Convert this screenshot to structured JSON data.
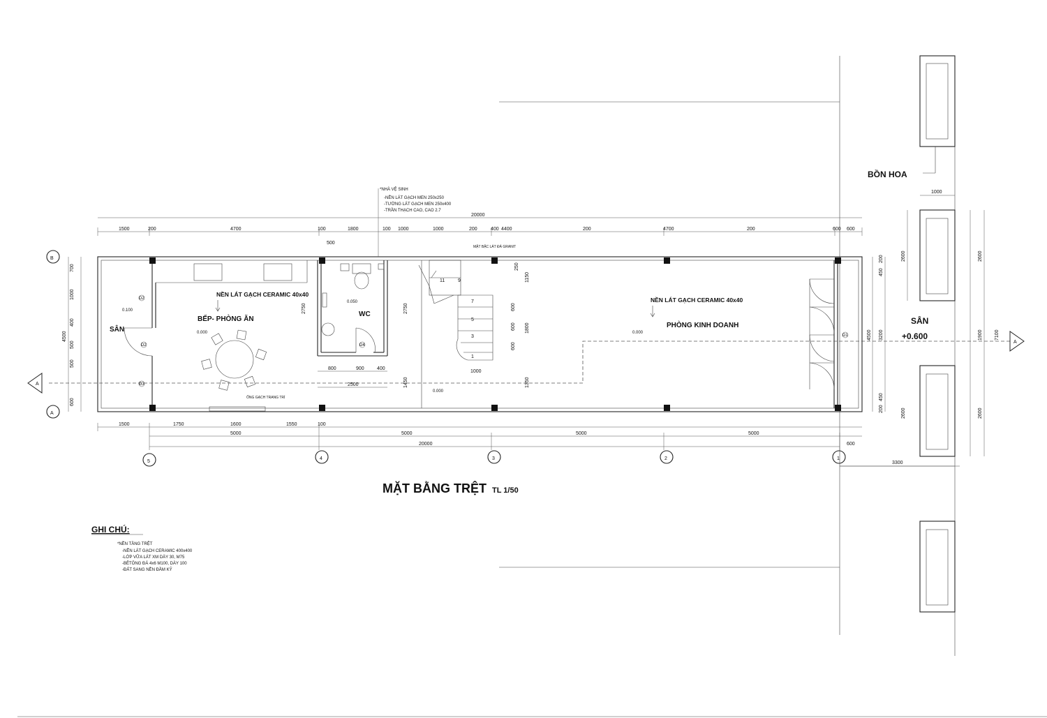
{
  "drawing": {
    "title": "MẶT BẰNG TRỆT",
    "scale": "TL 1/50"
  },
  "rooms": {
    "san_left": "SÂN",
    "kitchen": "BẾP- PHÒNG ĂN",
    "wc": "WC",
    "business": "PHÒNG KINH DOANH",
    "san_right": "SÂN",
    "san_right_level": "+0.600",
    "planter": "BỒN HOA"
  },
  "floor_labels": {
    "kitchen_floor": "NỀN LÁT GẠCH CERAMIC 40x40",
    "business_floor": "NỀN LÁT GẠCH CERAMIC 40x40",
    "stair_note": "MẶT BẬC LÁT ĐÁ GRANIT",
    "vent_note": "ỐNG GẠCH TRANG TRÍ"
  },
  "levels": {
    "san": "0.100",
    "kitchen": "0.000",
    "wc": "0.050",
    "stair": "0.000",
    "business": "0.000"
  },
  "wc_note": {
    "heading": "*NHÀ VỆ SINH",
    "lines": [
      "-NỀN LÁT GẠCH MEN 250x250",
      "-TƯỜNG LÁT GẠCH MEN 250x400",
      "-TRẦN THẠCH CAO, CAO 2.7"
    ]
  },
  "ghi_chu": {
    "heading": "GHI CHÚ:",
    "subheading": "*NỀN TẦNG TRỆT",
    "lines": [
      "-NỀN LÁT GẠCH CERAMIC 400x400",
      "-LỚP VỮA LÁT XM DÀY 30, M75",
      "-BÊTÔNG ĐÁ 4x6 M100, DÀY 100",
      "-ĐẤT SANG NỀN ĐẦM KỸ"
    ]
  },
  "axes": {
    "rows": [
      "B",
      "A"
    ],
    "columns": [
      "5",
      "4",
      "3",
      "2",
      "1"
    ],
    "section": "A"
  },
  "stair_numbers": [
    "11",
    "9",
    "7",
    "5",
    "3",
    "1"
  ],
  "door_marks": [
    "D2",
    "D2",
    "D3",
    "D4",
    "D1"
  ],
  "dims": {
    "total_top": "20000",
    "top_chain": [
      "1500",
      "200",
      "4700",
      "100",
      "1800",
      "100",
      "1000",
      "1000",
      "200",
      "400",
      "4400",
      "200",
      "4700",
      "200",
      "600"
    ],
    "wc_small": "500",
    "bottom_chain": [
      "1500",
      "1750",
      "1600",
      "1550",
      "100"
    ],
    "axis_spans": [
      "5000",
      "5000",
      "5000",
      "5000"
    ],
    "total_bottom": "20000",
    "offset_right": "600",
    "left_chain": [
      "700",
      "1000",
      "400",
      "500",
      "500",
      "600"
    ],
    "left_total": "4500",
    "interior_v": [
      "2750",
      "2750",
      "1450",
      "1350"
    ],
    "wc_bottom_chain": [
      "800",
      "900",
      "400"
    ],
    "wc_bottom_total": "2500",
    "stair_v": [
      "1150",
      "250",
      "600",
      "600",
      "600"
    ],
    "stair_total": "1800",
    "stair_w": "1000",
    "right_chain": [
      "200",
      "450",
      "3200",
      "450",
      "200"
    ],
    "right_total": "4500",
    "planter_w": "1000",
    "planter_h": [
      "2600",
      "1900",
      "2600"
    ],
    "planter_total": "7100",
    "planter_offset": "3300"
  }
}
